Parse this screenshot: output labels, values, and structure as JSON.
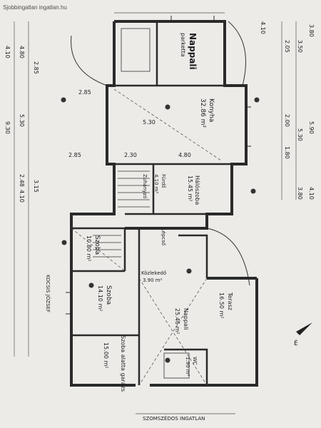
{
  "watermark": "Sjobbingatlan ingatlan.hu",
  "rooms": {
    "nappali": {
      "name": "Nappali",
      "floor": "parketta"
    },
    "konyha": {
      "name": "Konyha",
      "area": "32.86 m²"
    },
    "haloszoba": {
      "name": "Hálószoba",
      "area": "15.45 m²"
    },
    "furdo": {
      "name": "Fürdő",
      "area": "4.10 m²"
    },
    "zuhanyzo": {
      "name": "Zuhanyzó"
    },
    "lepcso": {
      "name": "Lépcső"
    },
    "kozlekedo": {
      "name": "Közlekedő",
      "area": "3.90 m²"
    },
    "szoba1": {
      "name": "Szoba",
      "area": "10.80 m²"
    },
    "szoba2": {
      "name": "Szoba",
      "area": "14.10 m²"
    },
    "szoba3": {
      "name": "Szoba",
      "area": "15.00 m²"
    },
    "garazs": {
      "name": "Szoba alatta garázs"
    },
    "nappali2": {
      "name": "Nappali",
      "area": "25.46 m²"
    },
    "terasz": {
      "name": "Terasz",
      "area": "16.50 m²"
    },
    "wc": {
      "name": "WC",
      "area": "1.90 m²"
    }
  },
  "dims": {
    "top": [
      "3.80",
      "2.05",
      "3.50",
      "4.10"
    ],
    "right": [
      "5.90",
      "5.30",
      "2.00",
      "1.80",
      "4.10",
      "3.80"
    ],
    "left": [
      "4.10",
      "4.80",
      "2.85",
      "5.30",
      "9.30",
      "2.48",
      "3.15",
      "4.10"
    ],
    "inner": [
      "2.85",
      "4.80",
      "5.30",
      "2.30",
      "2.85"
    ]
  },
  "stamp": "KOCSIS JÓZSEF",
  "footer": "SZOMSZÉDOS INGATLAN",
  "north": "É"
}
